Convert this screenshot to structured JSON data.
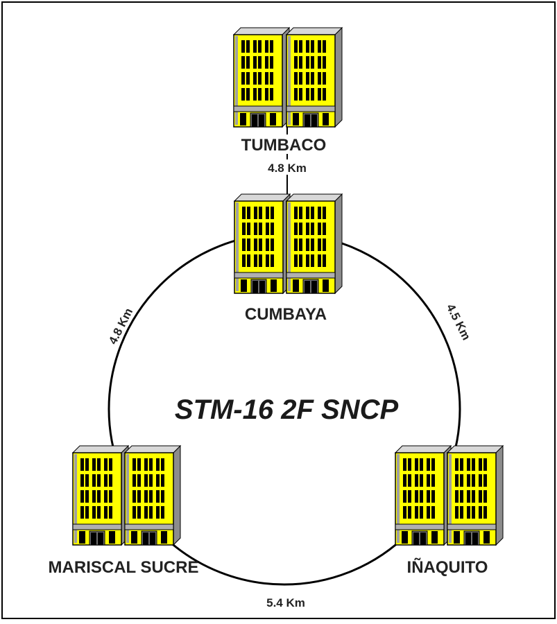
{
  "diagram": {
    "ring_title": "STM-16 2F SNCP",
    "nodes": {
      "tumbaco": "TUMBACO",
      "cumbaya": "CUMBAYA",
      "mariscal_sucre": "MARISCAL SUCRE",
      "inaquito": "IÑAQUITO"
    },
    "links": {
      "tumbaco_cumbaya": "4.8 Km",
      "cumbaya_mariscal": "4.8 Km",
      "cumbaya_inaquito": "4.5 Km",
      "mariscal_inaquito": "5.4 Km"
    },
    "colors": {
      "building_fill": "#ffff00",
      "building_shadow": "#9a9a9a",
      "window": "#000000",
      "frame": "#000000",
      "line": "#000000"
    }
  }
}
